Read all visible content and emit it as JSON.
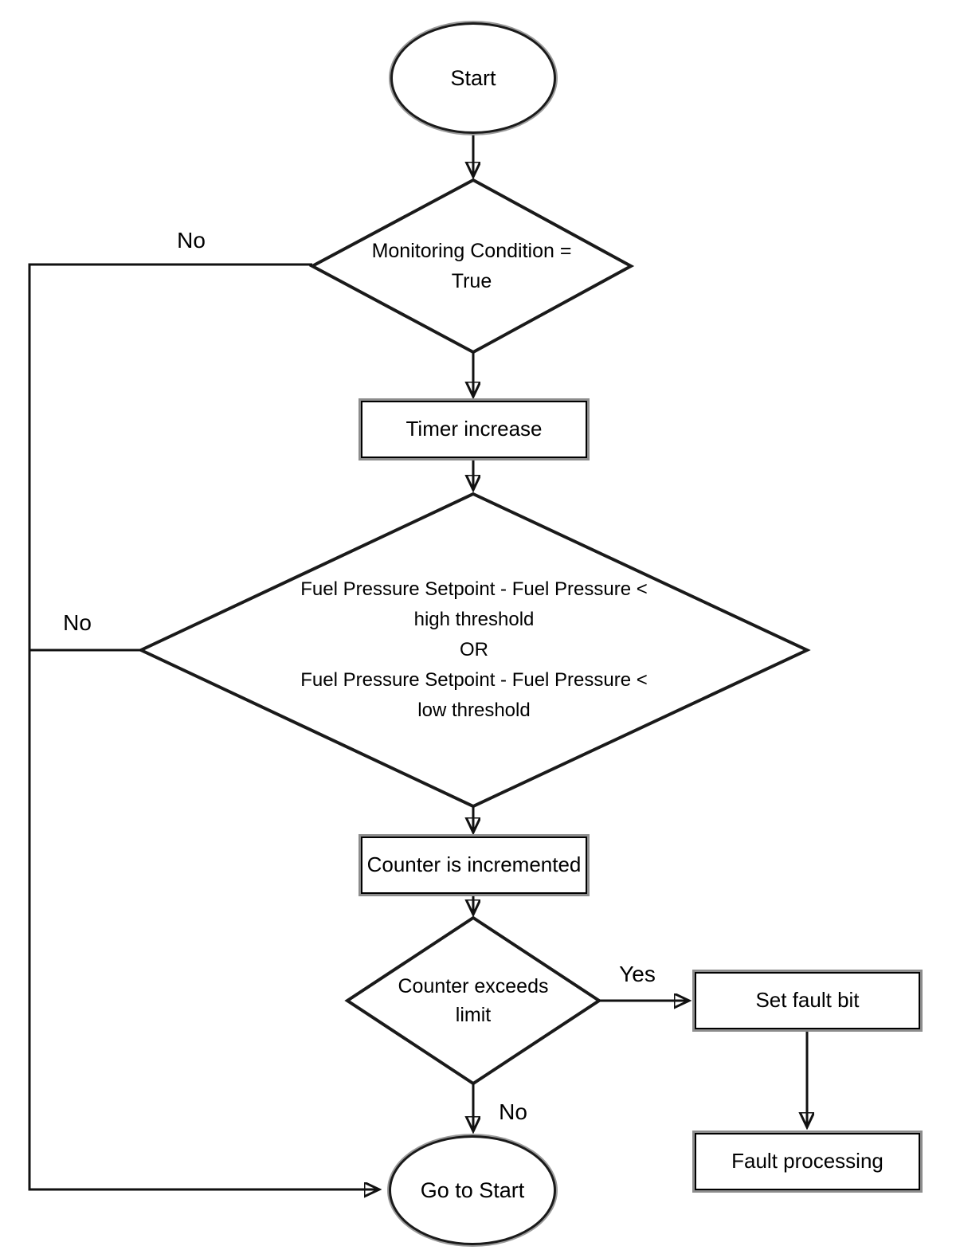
{
  "diagram": {
    "colors": {
      "background": "#ffffff",
      "line": "#111111",
      "text": "#000000"
    },
    "nodes": {
      "start": {
        "type": "terminator",
        "label": "Start"
      },
      "monitoring_condition": {
        "type": "decision",
        "lines": [
          "Monitoring Condition =",
          "True"
        ]
      },
      "timer_increase": {
        "type": "process",
        "label": "Timer increase"
      },
      "fuel_pressure_check": {
        "type": "decision",
        "lines": [
          "Fuel Pressure Setpoint - Fuel Pressure <",
          "high threshold",
          "OR",
          "Fuel Pressure Setpoint - Fuel Pressure <",
          "low threshold"
        ]
      },
      "counter_incremented": {
        "type": "process",
        "label": "Counter is incremented"
      },
      "counter_exceeds": {
        "type": "decision",
        "lines": [
          "Counter exceeds",
          "limit"
        ]
      },
      "set_fault_bit": {
        "type": "process",
        "label": "Set fault bit"
      },
      "fault_processing": {
        "type": "process",
        "label": "Fault processing"
      },
      "go_to_start": {
        "type": "terminator",
        "label": "Go to Start"
      }
    },
    "edge_labels": {
      "monitoring_no": "No",
      "fuel_check_no": "No",
      "counter_yes": "Yes",
      "counter_no": "No"
    }
  }
}
